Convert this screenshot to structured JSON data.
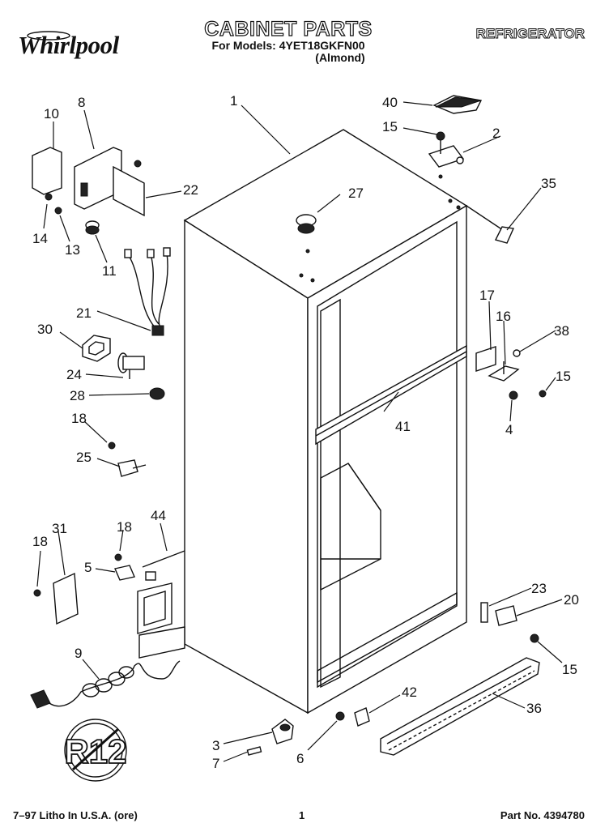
{
  "header": {
    "brand": "Whirlpool",
    "title": "CABINET PARTS",
    "models": "For Models: 4YET18GKFN00",
    "color": "(Almond)",
    "appliance": "REFRIGERATOR"
  },
  "callouts": {
    "c1": "1",
    "c2": "2",
    "c3": "3",
    "c4": "4",
    "c5": "5",
    "c6": "6",
    "c7": "7",
    "c8": "8",
    "c9": "9",
    "c10": "10",
    "c11": "11",
    "c13": "13",
    "c14": "14",
    "c15a": "15",
    "c15b": "15",
    "c15c": "15",
    "c16": "16",
    "c17": "17",
    "c18a": "18",
    "c18b": "18",
    "c18c": "18",
    "c20": "20",
    "c21": "21",
    "c22": "22",
    "c23": "23",
    "c24": "24",
    "c25": "25",
    "c27": "27",
    "c28": "28",
    "c30": "30",
    "c31": "31",
    "c35": "35",
    "c36": "36",
    "c38": "38",
    "c40": "40",
    "c41": "41",
    "c42": "42",
    "c44": "44"
  },
  "seal": "R12",
  "footer": {
    "print_date": "7–97 Litho In U.S.A. (ore)",
    "page": "1",
    "part_no": "Part No. 4394780"
  }
}
